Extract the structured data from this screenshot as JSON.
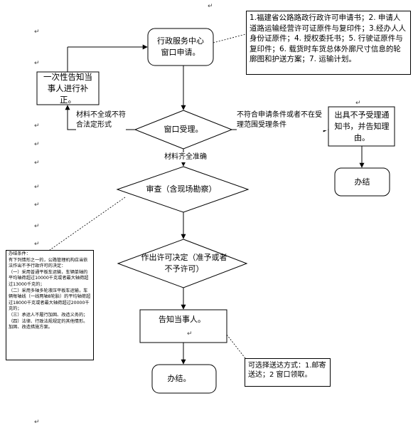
{
  "nodes": {
    "apply": "行政服务中心窗口申请。",
    "notify_supplement": "一次性告知当事人进行补正。",
    "accept": "窗口受理。",
    "reject_notice": "出具不予受理通知书，并告知理由。",
    "done_reject": "办结",
    "review": "审查（含现场勘察）",
    "decision": "作出许可决定（准予或者不予许可）",
    "inform": "告知当事人。",
    "done_final": "办结。"
  },
  "edges": {
    "incomplete": "材料不全或不符合法定形式",
    "not_eligible": "不符合申请条件或者不在受理范围受理条件",
    "complete": "材料齐全准确"
  },
  "notes": {
    "materials": "1.福建省公路路政行政许可申请书；2. 申请人道路运输经营许可证原件与复印件；3.经办人人身份证原件；4. 授权委托书；5. 行驶证原件与复印件；6. 载货时车货总体外廓尺寸信息的轮廓图和护送方案；7. 运输计划。",
    "delivery": "可选择送达方式：1.邮寄送达；2 窗口领取。",
    "conditions_title": "办结条件：",
    "conditions_intro": "有下列情形之一的，公路管理机构应当依法作出不予行政许可的决定：",
    "conditions_1": "（一）采用普通平板车运输，车辆单轴的平均轴荷超过10000千克或者最大轴荷超过13000千克的；",
    "conditions_2": "（二）采用多轴多轮液压平板车运输，车辆每轴线（一线两轴8轮胎）的平均轴荷超过18000千克或者最大轴荷超过20000千克的；",
    "conditions_3": "（三）承运人不履行加固、改造义务的；",
    "conditions_4": "（四）法律、行政法规规定的其他情形。加固、改造措施方案。"
  }
}
